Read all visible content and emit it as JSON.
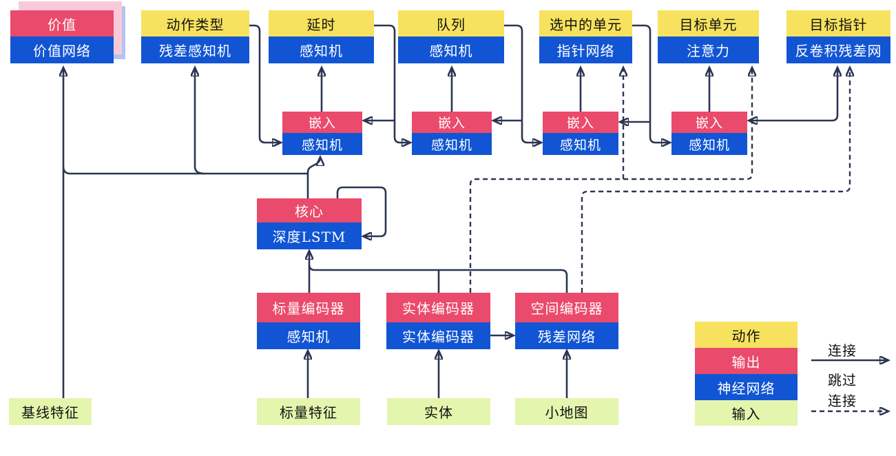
{
  "palette": {
    "action_yellow": "#f6e25e",
    "output_red": "#ea4a6b",
    "network_blue": "#1155d4",
    "input_green": "#e4f5ad",
    "wire_navy": "#2b3552",
    "sheet_pink": "#f8cad9",
    "sheet_periwinkle": "#b5c3f2"
  },
  "nodes": {
    "value": {
      "header": "价值",
      "body": "价值网络"
    },
    "action_type": {
      "header": "动作类型",
      "body": "残差感知机"
    },
    "delay": {
      "header": "延时",
      "body": "感知机"
    },
    "queue": {
      "header": "队列",
      "body": "感知机"
    },
    "selected_units": {
      "header": "选中的单元",
      "body": "指针网络"
    },
    "target_unit": {
      "header": "目标单元",
      "body": "注意力"
    },
    "target_point": {
      "header": "目标指针",
      "body": "反卷积残差网"
    },
    "embedding1": {
      "header": "嵌入",
      "body": "感知机"
    },
    "embedding2": {
      "header": "嵌入",
      "body": "感知机"
    },
    "embedding3": {
      "header": "嵌入",
      "body": "感知机"
    },
    "embedding4": {
      "header": "嵌入",
      "body": "感知机"
    },
    "core": {
      "header": "核心",
      "body": "深度LSTM"
    },
    "scalar_encoder": {
      "header": "标量编码器",
      "body": "感知机"
    },
    "entity_encoder": {
      "header": "实体编码器",
      "body": "实体编码器"
    },
    "spatial_encoder": {
      "header": "空间编码器",
      "body": "残差网络"
    },
    "baseline_features": {
      "label": "基线特征"
    },
    "scalar_features": {
      "label": "标量特征"
    },
    "entities": {
      "label": "实体"
    },
    "minimap": {
      "label": "小地图"
    }
  },
  "legend": {
    "items": [
      {
        "label": "动作"
      },
      {
        "label": "输出"
      },
      {
        "label": "神经网络"
      },
      {
        "label": "输入"
      }
    ],
    "connection_label": "连接",
    "skip_line1": "跳过",
    "skip_line2": "连接"
  }
}
